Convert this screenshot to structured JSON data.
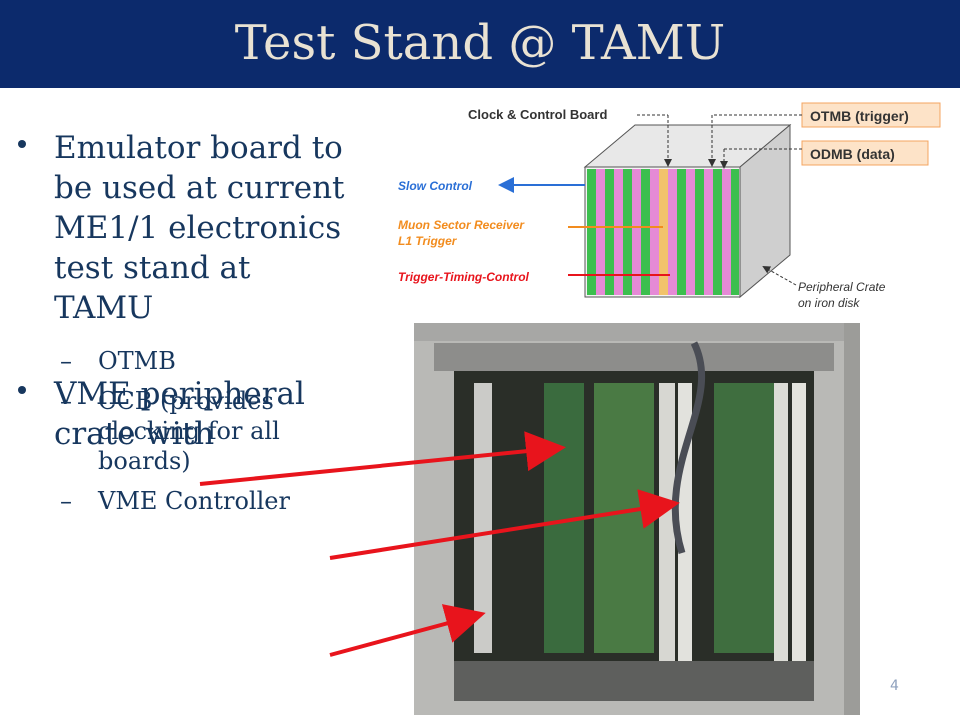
{
  "title": "Test Stand @ TAMU",
  "bullets": [
    {
      "text": "Emulator board to be used at current ME1/1 electronics test stand at TAMU"
    },
    {
      "text": "VME peripheral crate with"
    }
  ],
  "sub_bullets": [
    "OTMB",
    "CCB (provides clocking for all boards)",
    "VME Controller"
  ],
  "diagram": {
    "clock_control": "Clock & Control Board",
    "otmb": "OTMB (trigger)",
    "odmb": "ODMB (data)",
    "slow_control": "Slow Control",
    "muon_sector_1": "Muon Sector Receiver",
    "muon_sector_2": "L1 Trigger",
    "ttc": "Trigger-Timing-Control",
    "peripheral_1": "Peripheral Crate",
    "peripheral_2": "on iron disk"
  },
  "page_number": "4",
  "colors": {
    "title_bg": "#0c2a6c",
    "title_text": "#e9e2d3",
    "bullet_text": "#17375e",
    "arrow": "#e8141c"
  }
}
